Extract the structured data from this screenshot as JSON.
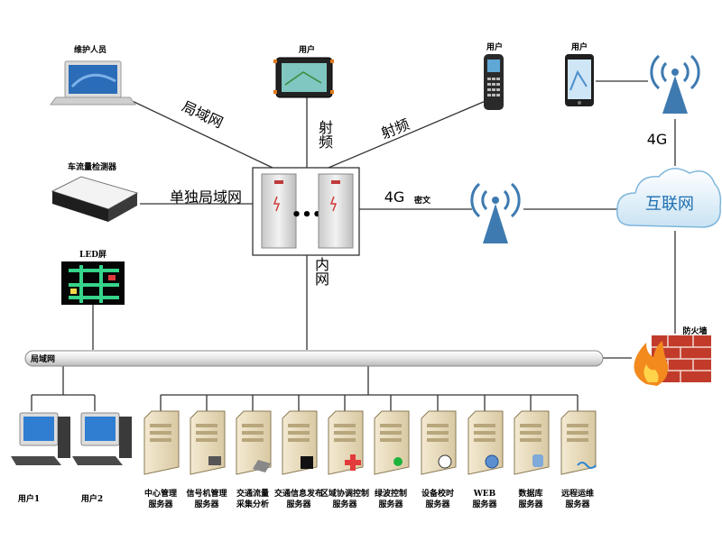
{
  "nodes": {
    "maintenance": "维护人员",
    "user_tablet": "用户",
    "user_handheld": "用户",
    "user_phone": "用户",
    "traffic_detector": "车流量检测器",
    "led_screen": "LED屏",
    "firewall": "防火墙",
    "internet": "互联网",
    "bus": "局域网"
  },
  "link_labels": {
    "lan": "局域网",
    "rf1": "射频",
    "rf2": "射频",
    "separate_lan": "单独局域网",
    "fourg_right": "4G",
    "encrypted": "密文",
    "fourg_top": "4G",
    "intranet": "内网"
  },
  "cabinet": {
    "dots": "•••"
  },
  "users": [
    {
      "label": "用户1"
    },
    {
      "label": "用户2"
    }
  ],
  "servers": [
    {
      "line1": "中心管理",
      "line2": "服务器"
    },
    {
      "line1": "信号机管理",
      "line2": "服务器"
    },
    {
      "line1": "交通流量",
      "line2": "采集分析"
    },
    {
      "line1": "交通信息发布",
      "line2": "服务器"
    },
    {
      "line1": "区域协调控制",
      "line2": "服务器"
    },
    {
      "line1": "绿波控制",
      "line2": "服务器"
    },
    {
      "line1": "设备校时",
      "line2": "服务器"
    },
    {
      "line1": "WEB",
      "line2": "服务器"
    },
    {
      "line1": "数据库",
      "line2": "服务器"
    },
    {
      "line1": "远程运维",
      "line2": "服务器"
    }
  ]
}
